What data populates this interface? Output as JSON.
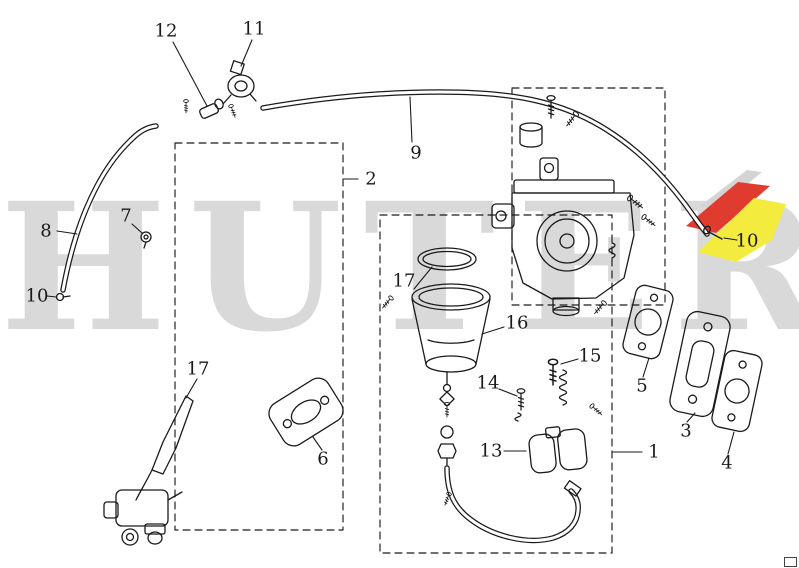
{
  "watermark": {
    "text": "HUTER"
  },
  "colors": {
    "line": "#1a1a1a",
    "watermark_gray": "#d9d9d9",
    "logo_gray": "#d4d4d4",
    "logo_red": "#df3b2f",
    "logo_yellow": "#f3ec3f",
    "background": "#ffffff"
  },
  "diagram": {
    "labels": {
      "l1": "1",
      "l2": "2",
      "l3": "3",
      "l4": "4",
      "l5": "5",
      "l6": "6",
      "l7": "7",
      "l8": "8",
      "l9": "9",
      "l10_left": "10",
      "l10_right": "10",
      "l11": "11",
      "l12": "12",
      "l13": "13",
      "l14": "14",
      "l15": "15",
      "l16": "16",
      "l17_upper": "17",
      "l17_lower": "17"
    }
  }
}
